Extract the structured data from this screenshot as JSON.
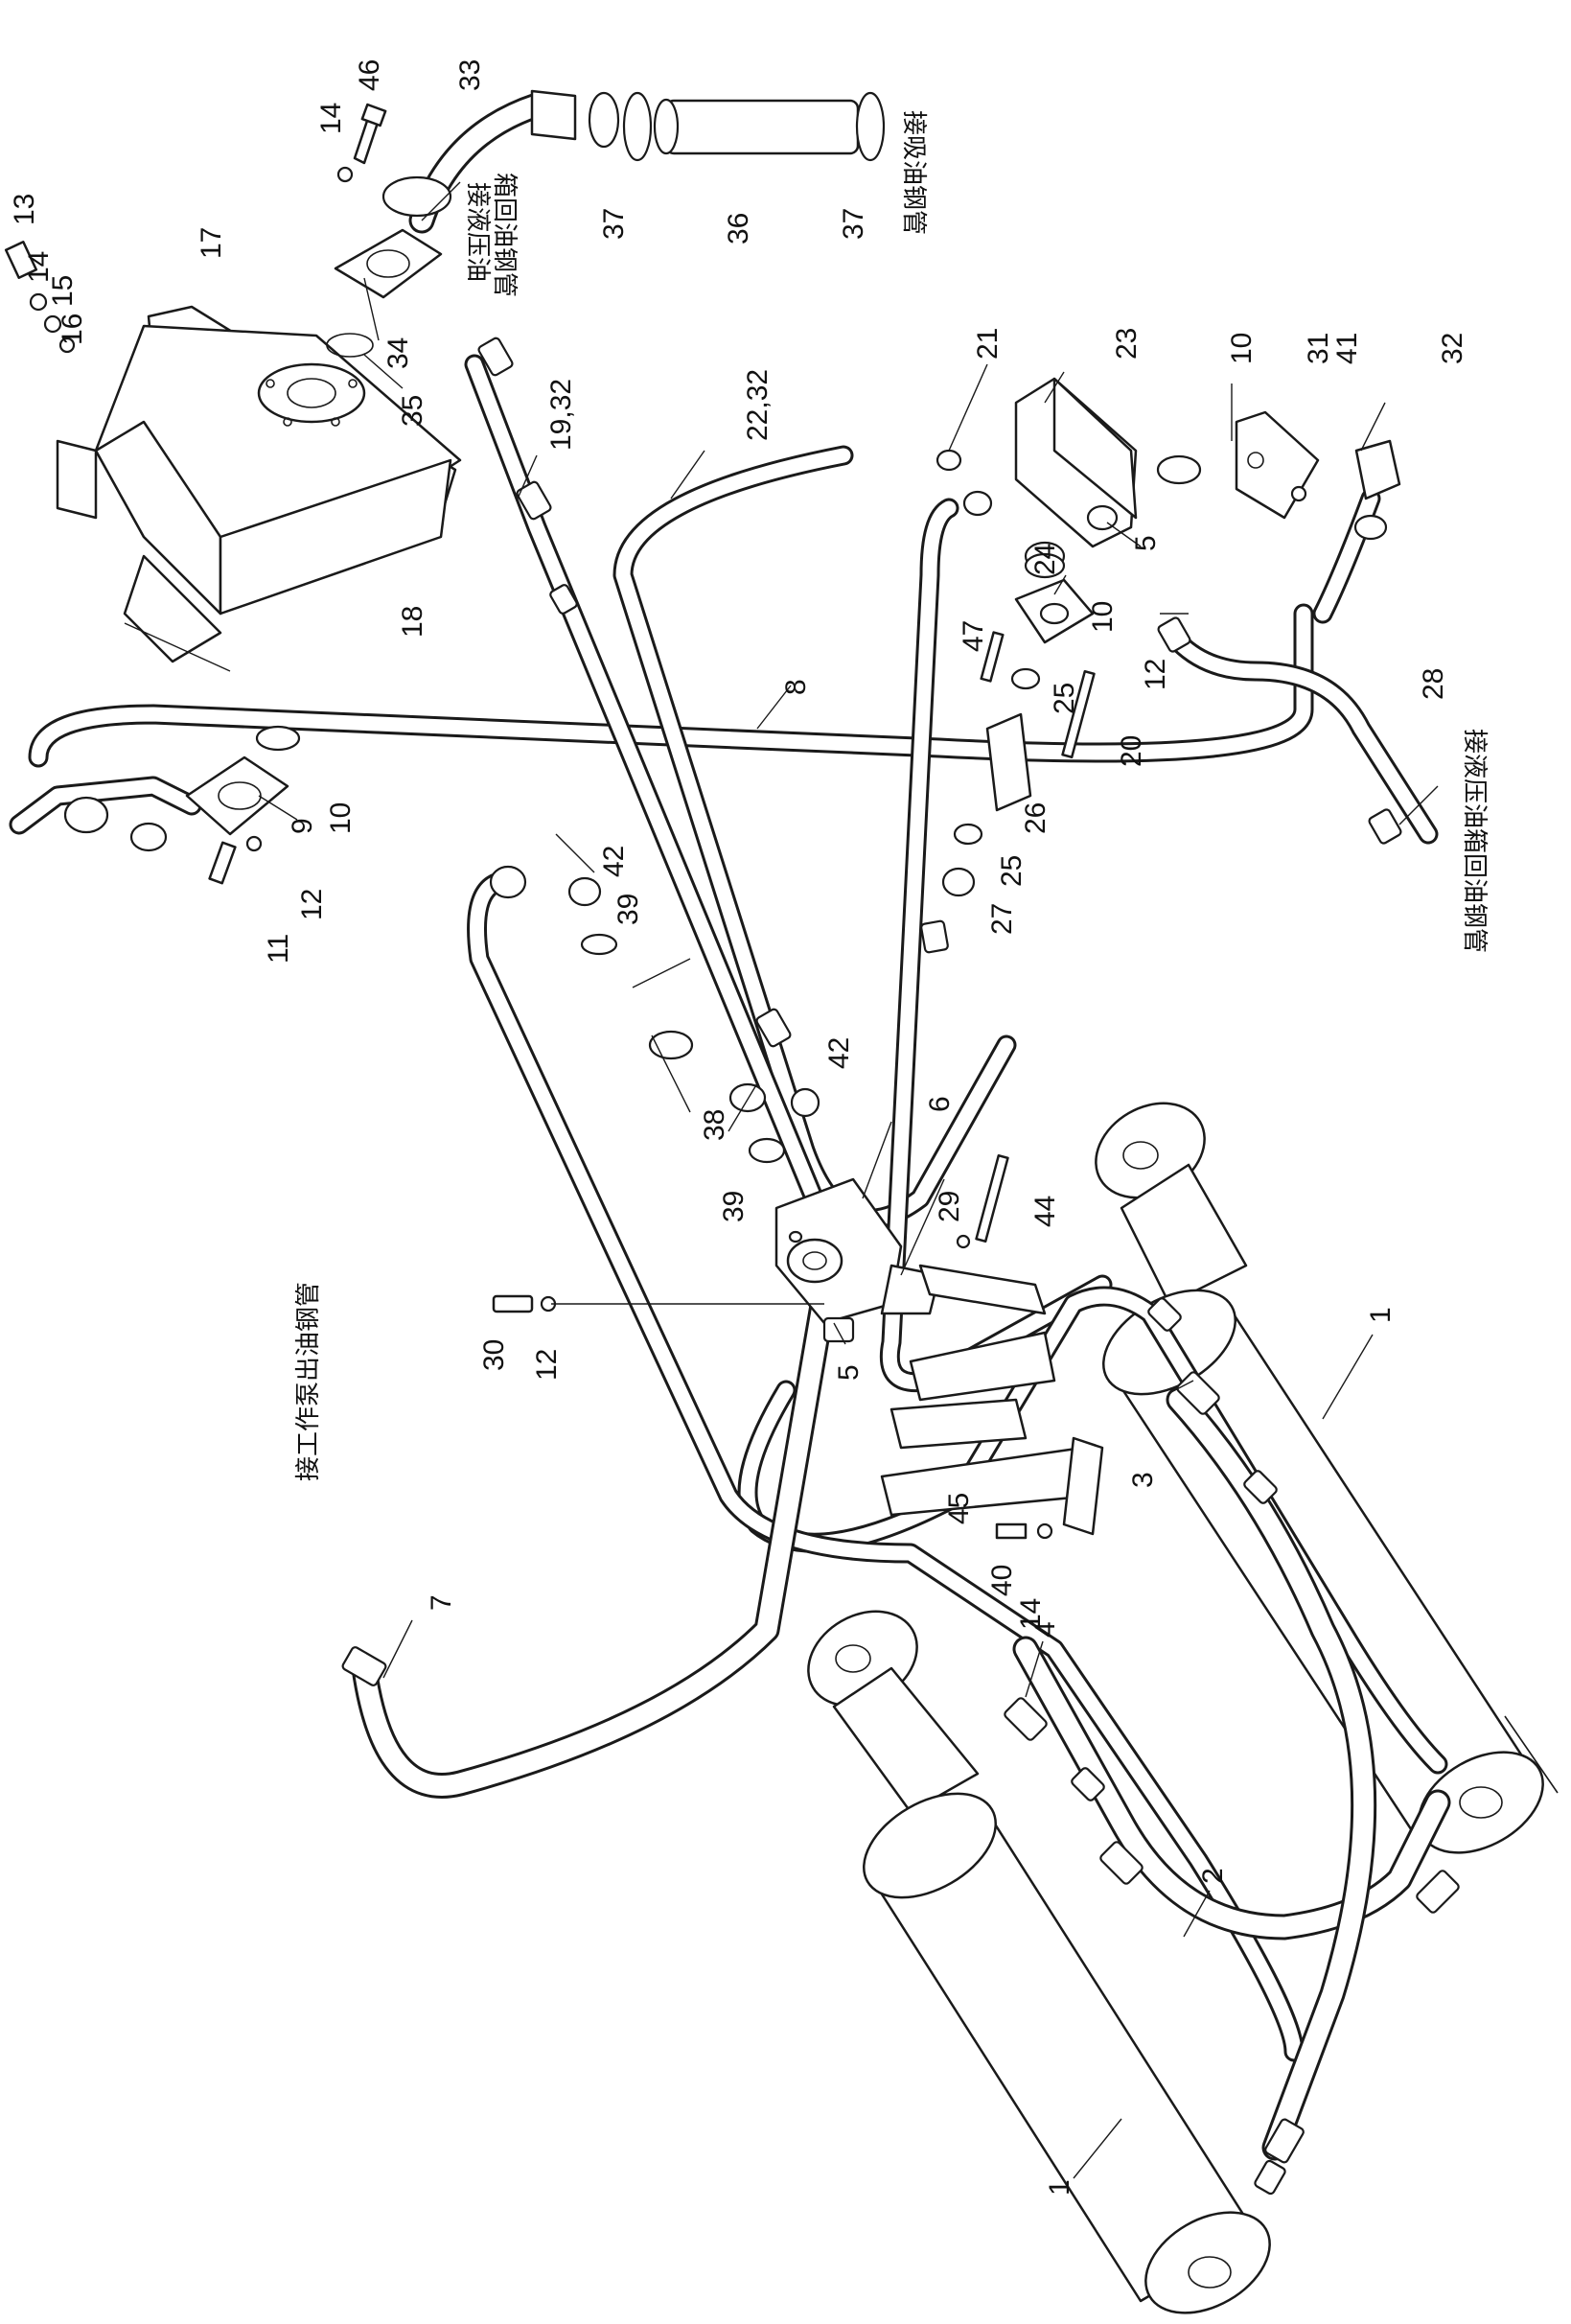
{
  "callouts": {
    "c1a": "1",
    "c1b": "1",
    "c2": "2",
    "c3": "3",
    "c4": "4",
    "c5a": "5",
    "c5b": "5",
    "c6": "6",
    "c7": "7",
    "c8": "8",
    "c9": "9",
    "c10a": "10",
    "c10b": "10",
    "c10c": "10",
    "c11": "11",
    "c12a": "12",
    "c12b": "12",
    "c12c": "12",
    "c13": "13",
    "c14a": "14",
    "c14b": "14",
    "c14c": "14",
    "c15": "15",
    "c16": "16",
    "c17": "17",
    "c18": "18",
    "c19": "19,32",
    "c20": "20",
    "c21": "21",
    "c22": "22,32",
    "c23": "23",
    "c24": "24",
    "c25a": "25",
    "c25b": "25",
    "c26": "26",
    "c27": "27",
    "c28": "28",
    "c29": "29",
    "c30": "30",
    "c31": "31",
    "c32": "32",
    "c33": "33",
    "c34": "34",
    "c35": "35",
    "c36": "36",
    "c37a": "37",
    "c37b": "37",
    "c38": "38",
    "c39a": "39",
    "c39b": "39",
    "c40": "40",
    "c41": "41",
    "c42a": "42",
    "c42b": "42",
    "c44": "44",
    "c45": "45",
    "c46": "46",
    "c47": "47"
  },
  "notes": {
    "suction": "接吸油钢管",
    "tank_return_a": "接液压油",
    "tank_return_b": "箱回油钢管",
    "tank_return_full": "接液压油箱回油钢管",
    "pump_outlet": "接工作泵出油钢管"
  }
}
